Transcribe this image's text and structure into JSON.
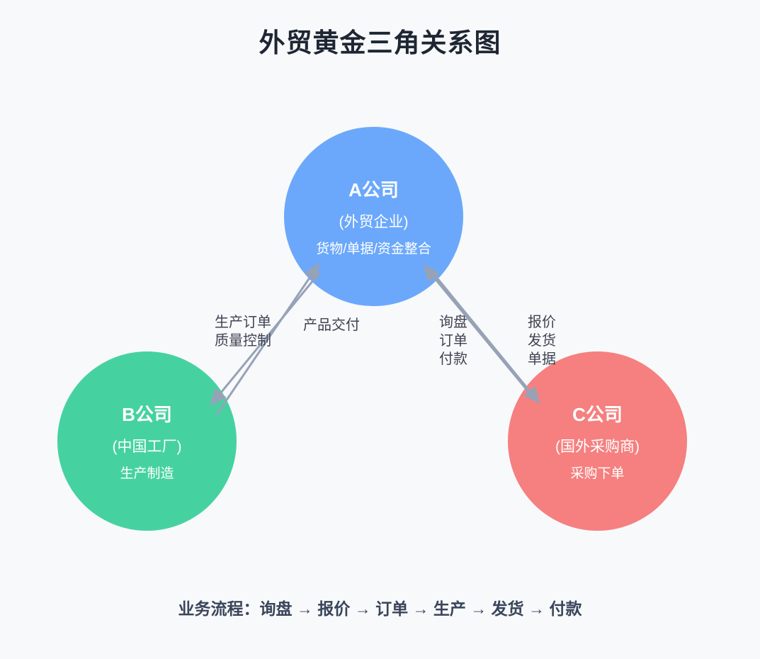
{
  "title": "外贸黄金三角关系图",
  "colors": {
    "background": "#f8f9fb",
    "title_text": "#1e2633",
    "arrow": "#97a2b6",
    "edge_label_text": "#3e4452",
    "footer_text": "#39455a",
    "node_a": "#6ba8fb",
    "node_b": "#46d2a0",
    "node_c": "#f5807f",
    "node_text": "#ffffff"
  },
  "nodes": [
    {
      "id": "a",
      "name": "A公司",
      "subtitle": "(外贸企业)",
      "description": "货物/单据/资金整合",
      "color": "#6ba8fb"
    },
    {
      "id": "b",
      "name": "B公司",
      "subtitle": "(中国工厂)",
      "description": "生产制造",
      "color": "#46d2a0"
    },
    {
      "id": "c",
      "name": "C公司",
      "subtitle": "(国外采购商)",
      "description": "采购下单",
      "color": "#f5807f"
    }
  ],
  "edge_labels": {
    "a_to_b": "生产订单\n质量控制",
    "b_to_a": "产品交付",
    "c_to_a": "询盘\n订单\n付款",
    "a_to_c": "报价\n发货\n单据"
  },
  "footer": {
    "flow": "业务流程：询盘 → 报价 → 订单 → 生产 → 发货 → 付款"
  }
}
